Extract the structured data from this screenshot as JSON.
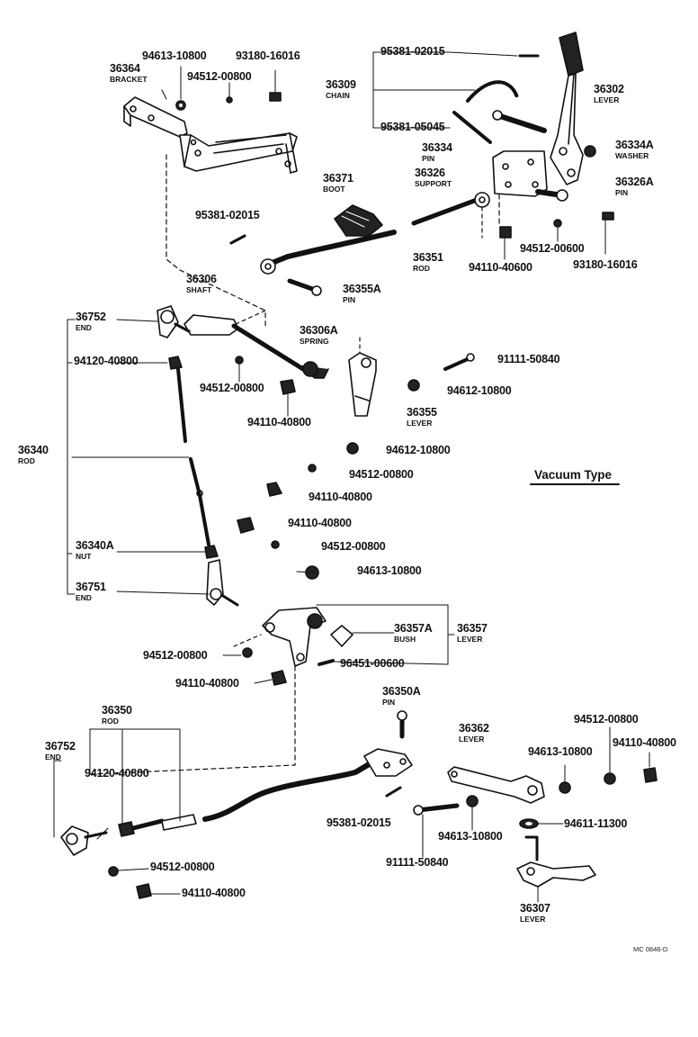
{
  "title": "Vacuum Type",
  "diagram_code": "MC 0846-D",
  "parts": [
    {
      "id": "p0",
      "number": "94613-10800",
      "name": ""
    },
    {
      "id": "p1",
      "number": "93180-16016",
      "name": ""
    },
    {
      "id": "p2",
      "number": "36364",
      "name": "BRACKET"
    },
    {
      "id": "p3",
      "number": "94512-00800",
      "name": ""
    },
    {
      "id": "p4",
      "number": "95381-02015",
      "name": ""
    },
    {
      "id": "p5",
      "number": "36309",
      "name": "CHAIN"
    },
    {
      "id": "p6",
      "number": "36302",
      "name": "LEVER"
    },
    {
      "id": "p7",
      "number": "95381-05045",
      "name": ""
    },
    {
      "id": "p8",
      "number": "36334",
      "name": "PIN"
    },
    {
      "id": "p9",
      "number": "36334A",
      "name": "WASHER"
    },
    {
      "id": "p10",
      "number": "36326",
      "name": "SUPPORT"
    },
    {
      "id": "p11",
      "number": "36371",
      "name": "BOOT"
    },
    {
      "id": "p12",
      "number": "36326A",
      "name": "PIN"
    },
    {
      "id": "p13",
      "number": "95381-02015",
      "name": ""
    },
    {
      "id": "p14",
      "number": "36351",
      "name": "ROD"
    },
    {
      "id": "p15",
      "number": "94512-00600",
      "name": ""
    },
    {
      "id": "p16",
      "number": "94110-40600",
      "name": ""
    },
    {
      "id": "p17",
      "number": "93180-16016",
      "name": ""
    },
    {
      "id": "p18",
      "number": "36306",
      "name": "SHAFT"
    },
    {
      "id": "p19",
      "number": "36355A",
      "name": "PIN"
    },
    {
      "id": "p20",
      "number": "36752",
      "name": "END"
    },
    {
      "id": "p21",
      "number": "36306A",
      "name": "SPRING"
    },
    {
      "id": "p22",
      "number": "94120-40800",
      "name": ""
    },
    {
      "id": "p23",
      "number": "91111-50840",
      "name": ""
    },
    {
      "id": "p24",
      "number": "94512-00800",
      "name": ""
    },
    {
      "id": "p25",
      "number": "94612-10800",
      "name": ""
    },
    {
      "id": "p26",
      "number": "94110-40800",
      "name": ""
    },
    {
      "id": "p27",
      "number": "36355",
      "name": "LEVER"
    },
    {
      "id": "p28",
      "number": "36340",
      "name": "ROD"
    },
    {
      "id": "p29",
      "number": "94612-10800",
      "name": ""
    },
    {
      "id": "p30",
      "number": "94512-00800",
      "name": ""
    },
    {
      "id": "p31",
      "number": "94110-40800",
      "name": ""
    },
    {
      "id": "p32",
      "number": "94110-40800",
      "name": ""
    },
    {
      "id": "p33",
      "number": "36340A",
      "name": "NUT"
    },
    {
      "id": "p34",
      "number": "94512-00800",
      "name": ""
    },
    {
      "id": "p35",
      "number": "94613-10800",
      "name": ""
    },
    {
      "id": "p36",
      "number": "36751",
      "name": "END"
    },
    {
      "id": "p37",
      "number": "36357A",
      "name": "BUSH"
    },
    {
      "id": "p38",
      "number": "36357",
      "name": "LEVER"
    },
    {
      "id": "p39",
      "number": "94512-00800",
      "name": ""
    },
    {
      "id": "p40",
      "number": "96451-00600",
      "name": ""
    },
    {
      "id": "p41",
      "number": "94110-40800",
      "name": ""
    },
    {
      "id": "p42",
      "number": "36350A",
      "name": "PIN"
    },
    {
      "id": "p43",
      "number": "36350",
      "name": "ROD"
    },
    {
      "id": "p44",
      "number": "36362",
      "name": "LEVER"
    },
    {
      "id": "p45",
      "number": "94512-00800",
      "name": ""
    },
    {
      "id": "p46",
      "number": "36752",
      "name": "END"
    },
    {
      "id": "p47",
      "number": "94613-10800",
      "name": ""
    },
    {
      "id": "p48",
      "number": "94110-40800",
      "name": ""
    },
    {
      "id": "p49",
      "number": "94120-40800",
      "name": ""
    },
    {
      "id": "p50",
      "number": "95381-02015",
      "name": ""
    },
    {
      "id": "p51",
      "number": "94611-11300",
      "name": ""
    },
    {
      "id": "p52",
      "number": "94613-10800",
      "name": ""
    },
    {
      "id": "p53",
      "number": "94512-00800",
      "name": ""
    },
    {
      "id": "p54",
      "number": "91111-50840",
      "name": ""
    },
    {
      "id": "p55",
      "number": "94110-40800",
      "name": ""
    },
    {
      "id": "p56",
      "number": "36307",
      "name": "LEVER"
    }
  ]
}
